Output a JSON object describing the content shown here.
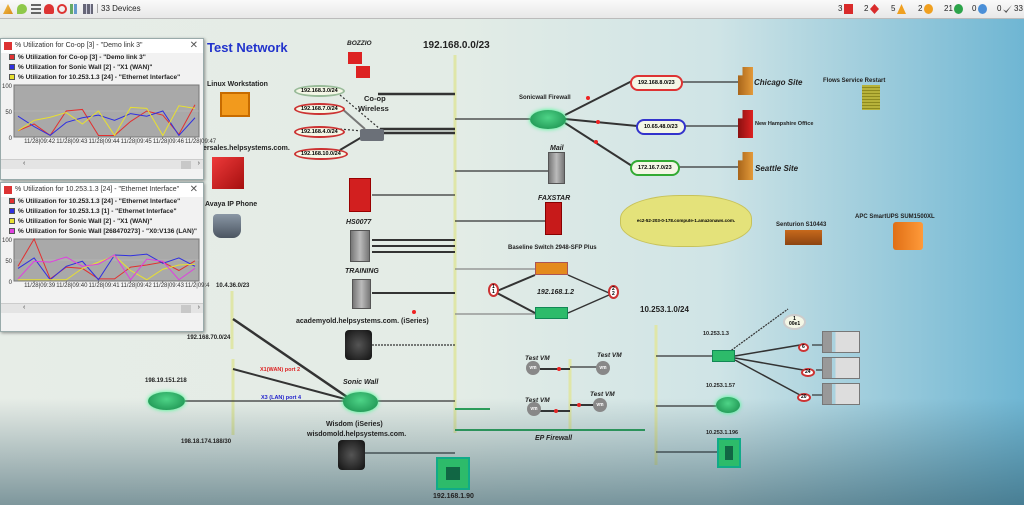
{
  "toolbar": {
    "device_count": "33 Devices",
    "icons": [
      "map-pin-icon",
      "list-icon",
      "alert-bell-icon",
      "target-icon",
      "chart-icon",
      "grid-icon"
    ],
    "status": [
      {
        "count": "3",
        "icon": "red-square-icon",
        "color": "#d92b2b"
      },
      {
        "count": "2",
        "icon": "red-diamond-icon",
        "color": "#d92b2b"
      },
      {
        "count": "5",
        "icon": "orange-triangle-icon",
        "color": "#f0a020"
      },
      {
        "count": "2",
        "icon": "orange-circle-icon",
        "color": "#f0a020"
      },
      {
        "count": "21",
        "icon": "green-circle-icon",
        "color": "#2ca44a"
      },
      {
        "count": "0",
        "icon": "blue-question-icon",
        "color": "#4a8fd8"
      },
      {
        "count": "0",
        "icon": "check-icon",
        "color": "#555555"
      },
      {
        "count": "33",
        "icon": "more-icon",
        "color": "#555555"
      }
    ]
  },
  "map": {
    "title": "Test Network",
    "labels": {
      "bozzio": "BOZZIO",
      "subnet_main": "192.168.0.0/23",
      "linux": "Linux Workstation",
      "ersales": "ersales.helpsystems.com.",
      "avaya": "Avaya IP Phone",
      "coop1": "Co-op",
      "coop2": "Wireless",
      "hs0077": "HS0077",
      "training": "TRAINING",
      "academy": "academyold.helpsystems.com. (iSeries)",
      "sub1043": "10.4.36.0/23",
      "sub19270": "192.168.70.0/24",
      "x1wan": "X1(WAN) port 2",
      "x3lan": "X3 (LAN) port 4",
      "ip198": "198.19.151.218",
      "sub198": "198.18.174.188/30",
      "sonicwall": "Sonic Wall",
      "wisdom1": "Wisdom (iSeries)",
      "wisdom2": "wisdomold.helpsystems.com.",
      "ip19290": "192.168.1.90",
      "sonicfw": "Sonicwall Firewall",
      "chicago": "Chicago Site",
      "nh": "New Hampshire Office",
      "seattle": "Seattle Site",
      "flows": "Flows Service Restart",
      "mail": "Mail",
      "mail_tag": "MAIL",
      "faxstar": "FAXSTAR",
      "baseline": "Baseline Switch 2948-SFP Plus",
      "ip19212": "192.168.1.2",
      "aws": "ec2-52-203-0-178.compute-1.amazonaws.com.",
      "senturion": "Senturion S10443",
      "apc": "APC SmartUPS SUM1500XL",
      "sub10253": "10.253.1.0/24",
      "testvm": "Test VM",
      "vm": "vm",
      "epfw": "EP Firewall",
      "ip1013": "10.253.1.3",
      "ip1057": "10.253.1.57",
      "ip10196": "10.253.1.196",
      "port1a": "1",
      "port1b": "1",
      "port2a": "2",
      "port2b": "2",
      "p6": "6",
      "p24": "24",
      "p20": "20",
      "ifa": "1",
      "ifb": "00e1"
    },
    "subnet_ovals": [
      "192.168.3.0/24",
      "192.168.7.0/24",
      "192.168.4.0/24",
      "192.168.10.0/24"
    ],
    "clouds": [
      "192.168.8.0/23",
      "10.65.48.0/23",
      "172.16.7.0/23"
    ]
  },
  "charts": [
    {
      "window_title": "% Utilization for Co-op [3] - \"Demo link 3\"",
      "close": "✕",
      "chart_data": {
        "type": "line",
        "ylim": [
          0,
          100
        ],
        "yticks": [
          "100",
          "50",
          "0"
        ],
        "xticks": [
          "11/28|09:42",
          "11/28|09:43",
          "11/28|09:44",
          "11/28|09:45",
          "11/28|09:46",
          "11/28|09:47"
        ],
        "x": [
          "09:41:30",
          "09:42:00",
          "09:42:30",
          "09:43:00",
          "09:43:30",
          "09:44:00",
          "09:44:30",
          "09:45:00",
          "09:45:30",
          "09:46:00",
          "09:46:30",
          "09:47:00"
        ],
        "series": [
          {
            "name": "% Utilization for Co-op [3] - \"Demo link 3\"",
            "color": "#e23030",
            "values": [
              12,
              25,
              3,
              50,
              53,
              3,
              3,
              30,
              50,
              42,
              5,
              62
            ]
          },
          {
            "name": "% Utilization for Sonic Wall [2] - \"X1 (WAN)\"",
            "color": "#3030e0",
            "values": [
              40,
              20,
              3,
              28,
              37,
              42,
              32,
              45,
              40,
              50,
              3,
              37
            ]
          },
          {
            "name": "% Utilization for 10.253.1.3 [24] - \"Ethernet Interface\"",
            "color": "#e8e030",
            "values": [
              12,
              32,
              38,
              47,
              25,
              50,
              3,
              57,
              55,
              3,
              60,
              55
            ]
          }
        ]
      }
    },
    {
      "window_title": "% Utilization for 10.253.1.3 [24] - \"Ethernet Interface\"",
      "close": "✕",
      "chart_data": {
        "type": "line",
        "ylim": [
          0,
          100
        ],
        "yticks": [
          "100",
          "50",
          "0"
        ],
        "xticks": [
          "11/28|09:39",
          "11/28|09:40",
          "11/28|09:41",
          "11/28|09:42",
          "11/28|09:43",
          "11/2|09:4"
        ],
        "x": [
          "09:38:30",
          "09:39:00",
          "09:39:30",
          "09:40:00",
          "09:40:30",
          "09:41:00",
          "09:41:30",
          "09:42:00",
          "09:42:30",
          "09:43:00",
          "09:43:30",
          "09:44:00"
        ],
        "series": [
          {
            "name": "% Utilization for 10.253.1.3 [24] - \"Ethernet Interface\"",
            "color": "#e23030",
            "values": [
              35,
              100,
              5,
              33,
              30,
              5,
              5,
              33,
              38,
              45,
              25,
              48
            ]
          },
          {
            "name": "% Utilization for 10.253.1.3 [1] - \"Ethernet Interface\"",
            "color": "#3030e0",
            "values": [
              30,
              55,
              3,
              35,
              47,
              3,
              62,
              60,
              64,
              42,
              55,
              35
            ]
          },
          {
            "name": "% Utilization for Sonic Wall [2] - \"X1 (WAN)\"",
            "color": "#e8e030",
            "values": [
              3,
              3,
              3,
              3,
              30,
              45,
              60,
              25,
              3,
              28,
              38,
              40
            ]
          },
          {
            "name": "% Utilization for Sonic Wall [268470273] - \"X0:V136 (LAN)\"",
            "color": "#e040e0",
            "values": [
              5,
              47,
              45,
              57,
              35,
              40,
              62,
              3,
              52,
              47,
              3,
              30
            ]
          }
        ]
      }
    }
  ]
}
